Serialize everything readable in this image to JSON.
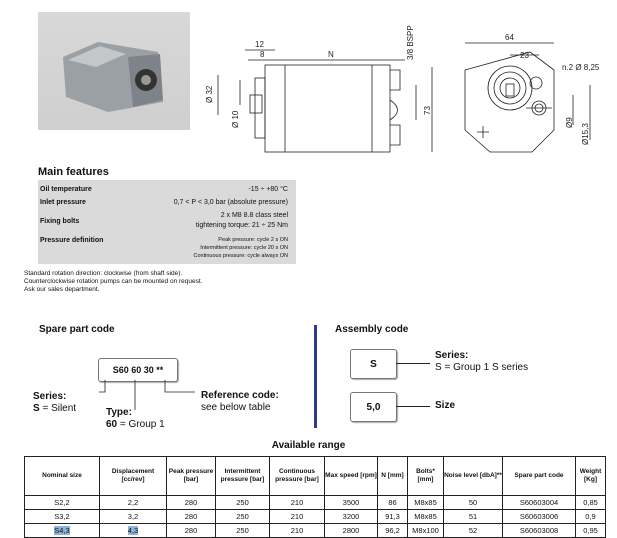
{
  "drawing": {
    "dim_12": "12",
    "dim_8": "8",
    "dim_N": "N",
    "dim_bspp": "3/8 BSPP",
    "dim_32": "Ø 32",
    "dim_10": "Ø 10",
    "dim_73": "73",
    "dim_64": "64",
    "dim_23": "23",
    "dim_holes": "n.2  Ø 8,25",
    "dim_9": "Ø9",
    "dim_153": "Ø15,3"
  },
  "features": {
    "title": "Main features",
    "rows": [
      {
        "label": "Oil temperature",
        "value": "-15 ÷ +80 °C"
      },
      {
        "label": "Inlet pressure",
        "value": "0,7 < P < 3,0 bar (absolute pressure)"
      },
      {
        "label": "Fixing bolts",
        "value": "2 x M8 8.8 class steel",
        "value2": "tightening torque: 21 ÷ 25 Nm"
      },
      {
        "label": "Pressure definition",
        "value": "Peak pressure: cycle 2 s  ON",
        "value2": "Intermittent pressure: cycle 20 s ON",
        "value3": "Continuous pressure: cycle always ON"
      }
    ],
    "notes": [
      "Standard rotation direction: clockwise (from shaft side).",
      "Counterclockwise rotation pumps can be mounted on request.",
      "Ask our sales department."
    ]
  },
  "spare": {
    "title": "Spare part code",
    "code": "S60 60 30 **",
    "series_label": "Series:",
    "series_key": "S",
    "series_val": " = Silent",
    "type_label": "Type:",
    "type_key": "60",
    "type_val": " = Group 1",
    "ref_label": "Reference code:",
    "ref_val": "see below table"
  },
  "assembly": {
    "title": "Assembly code",
    "code1": "S",
    "series_label": "Series:",
    "series_val": "S = Group 1 S series",
    "code2": "5,0",
    "size_label": "Size"
  },
  "table": {
    "title": "Available range",
    "headers": [
      "Nominal size",
      "Displacement [cc/rev]",
      "Peak pressure [bar]",
      "Intermittent pressure [bar]",
      "Continuous pressure [bar]",
      "Max speed [rpm]",
      "N [mm]",
      "Bolts* [mm]",
      "Noise level [dbA]**",
      "Spare part code",
      "Weight [Kg]"
    ],
    "rows": [
      [
        "S2,2",
        "2,2",
        "280",
        "250",
        "210",
        "3500",
        "86",
        "M8x85",
        "50",
        "S60603004",
        "0,85"
      ],
      [
        "S3,2",
        "3,2",
        "280",
        "250",
        "210",
        "3200",
        "91,3",
        "M8x85",
        "51",
        "S60603006",
        "0,9"
      ],
      [
        "S4,3",
        "4,3",
        "280",
        "250",
        "210",
        "2800",
        "96,2",
        "M8x100",
        "52",
        "S60603008",
        "0,95"
      ]
    ]
  },
  "colors": {
    "highlight": "#8fb4da",
    "divider": "#2b3a8f"
  }
}
